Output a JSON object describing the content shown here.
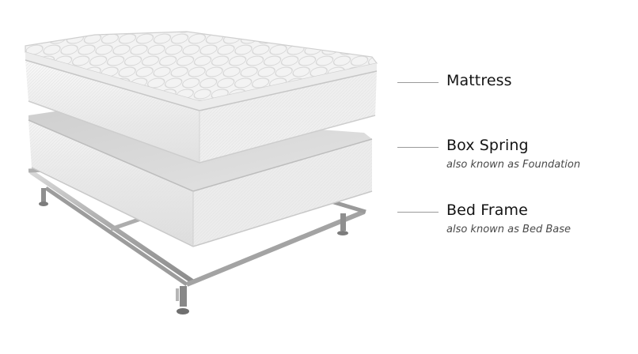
{
  "labels": {
    "mattress": {
      "title": "Mattress"
    },
    "box_spring": {
      "title": "Box Spring",
      "subtitle": "also known as Foundation"
    },
    "bed_frame": {
      "title": "Bed Frame",
      "subtitle": "also known as Bed Base"
    }
  }
}
